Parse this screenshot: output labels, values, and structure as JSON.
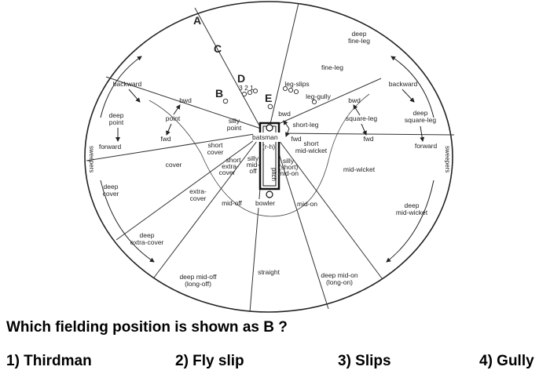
{
  "diagram": {
    "markers": [
      "A",
      "B",
      "C",
      "D",
      "E"
    ],
    "slip_numbers": "3 2 1",
    "fielding_positions": {
      "deep_fine_leg": [
        "deep",
        "fine-leg"
      ],
      "fine_leg": "fine-leg",
      "leg_slips": "leg-slips",
      "leg_gully": "leg-gully",
      "backward_leg": "backward",
      "deep_square_leg": [
        "deep",
        "square-leg"
      ],
      "forward_leg": "forward",
      "bwd_leg": "bwd",
      "square_leg": "square-leg",
      "fwd_leg": "fwd",
      "bwd_short": "bwd",
      "short_leg": "short-leg",
      "fwd_short": "fwd",
      "short_mid_wicket": [
        "short",
        "mid-wicket"
      ],
      "mid_wicket": "mid-wicket",
      "deep_mid_wicket": [
        "deep",
        "mid-wicket"
      ],
      "backward_off": "backward",
      "deep_point": [
        "deep",
        "point"
      ],
      "forward_off": "forward",
      "bwd_off": "bwd",
      "point": "point",
      "fwd_off": "fwd",
      "silly_point": [
        "silly",
        "point"
      ],
      "short_cover": [
        "short",
        "cover"
      ],
      "short_extra_cover": [
        "short",
        "extra-",
        "cover"
      ],
      "silly_mid_off": [
        "silly",
        "mid-",
        "off"
      ],
      "silly_short_mid_on": [
        "silly",
        "(short)",
        "mid-on"
      ],
      "cover": "cover",
      "deep_cover": [
        "deep",
        "cover"
      ],
      "extra_cover": [
        "extra-",
        "cover"
      ],
      "mid_off": "mid-off",
      "mid_on": "mid-on",
      "deep_extra_cover": [
        "deep",
        "extra-cover"
      ],
      "deep_mid_off": [
        "deep mid-off",
        "(long-off)"
      ],
      "straight": "straight",
      "deep_mid_on": [
        "deep mid-on",
        "(long-on)"
      ]
    },
    "batsman": "batsman",
    "batsman_hand": "(r-h)",
    "pitch": "pitch",
    "bowler": "bowler",
    "sweepers_left": "sweepers",
    "sweepers_right": "sweepers"
  },
  "question": "Which fielding position is shown as B ?",
  "options": [
    "1) Thirdman",
    "2) Fly slip",
    "3) Slips",
    "4) Gully"
  ]
}
